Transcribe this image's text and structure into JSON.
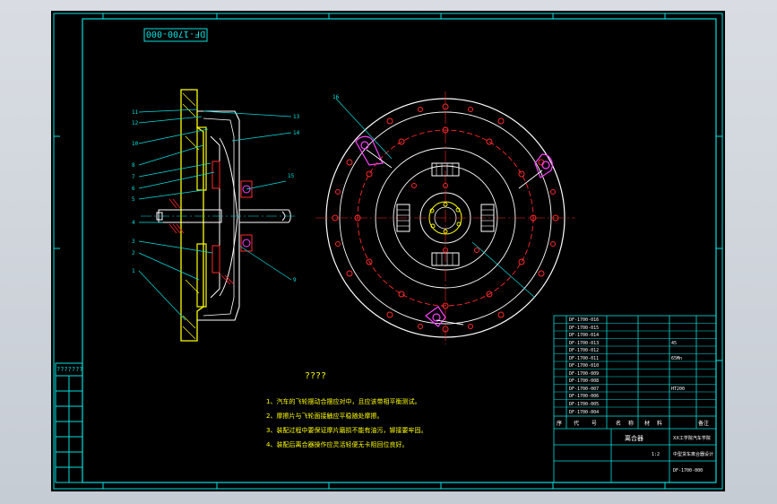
{
  "drawing": {
    "code_stamp": "DF-1700-000",
    "section_title": "????",
    "margin_label": "???????",
    "callouts_left": [
      "11",
      "12",
      "10",
      "8",
      "7",
      "6",
      "5",
      "4",
      "3",
      "2",
      "1"
    ],
    "callouts_right": [
      "13",
      "14",
      "15",
      "9"
    ],
    "callout_front": "16",
    "notes": [
      "1、汽车的飞轮摆动合摆应对中，且应该带相平衡测试。",
      "2、摩擦片与飞轮面接触应平稳随处摩擦。",
      "3、装配过程中要保证摩片磨损不能有油污，铆接要牢固。",
      "4、装配后离合器操作应灵活轻便无卡阻回位良好。"
    ]
  },
  "title_block": {
    "parts_rows": [
      [
        "DF-1700-016",
        "",
        "",
        ""
      ],
      [
        "DF-1700-015",
        "",
        "",
        ""
      ],
      [
        "DF-1700-014",
        "",
        "",
        ""
      ],
      [
        "DF-1700-013",
        "",
        "",
        "45"
      ],
      [
        "DF-1700-012",
        "",
        "",
        ""
      ],
      [
        "DF-1700-011",
        "",
        "",
        "65Mn"
      ],
      [
        "DF-1700-010",
        "",
        "",
        ""
      ],
      [
        "DF-1700-009",
        "",
        "",
        ""
      ],
      [
        "DF-1700-008",
        "",
        "",
        ""
      ],
      [
        "DF-1700-007",
        "",
        "",
        "HT200"
      ],
      [
        "DF-1700-006",
        "",
        "",
        ""
      ],
      [
        "DF-1700-005",
        "",
        "",
        ""
      ],
      [
        "DF-1700-004",
        "",
        "",
        ""
      ]
    ],
    "header": [
      "序",
      "代",
      "号",
      "名",
      "称",
      "材",
      "料",
      "备注"
    ],
    "product_name": "离合器",
    "school": "XX工学院汽车学院",
    "project": "中型货车离合器设计",
    "drawing_no": "DF-1700-000",
    "scale": "1:2"
  },
  "colors": {
    "line_cyan": "#00e0e0",
    "line_white": "#ffffff",
    "line_red": "#ff2a2a",
    "line_yellow": "#ffff00",
    "line_magenta": "#ff40ff",
    "background": "#000000"
  }
}
